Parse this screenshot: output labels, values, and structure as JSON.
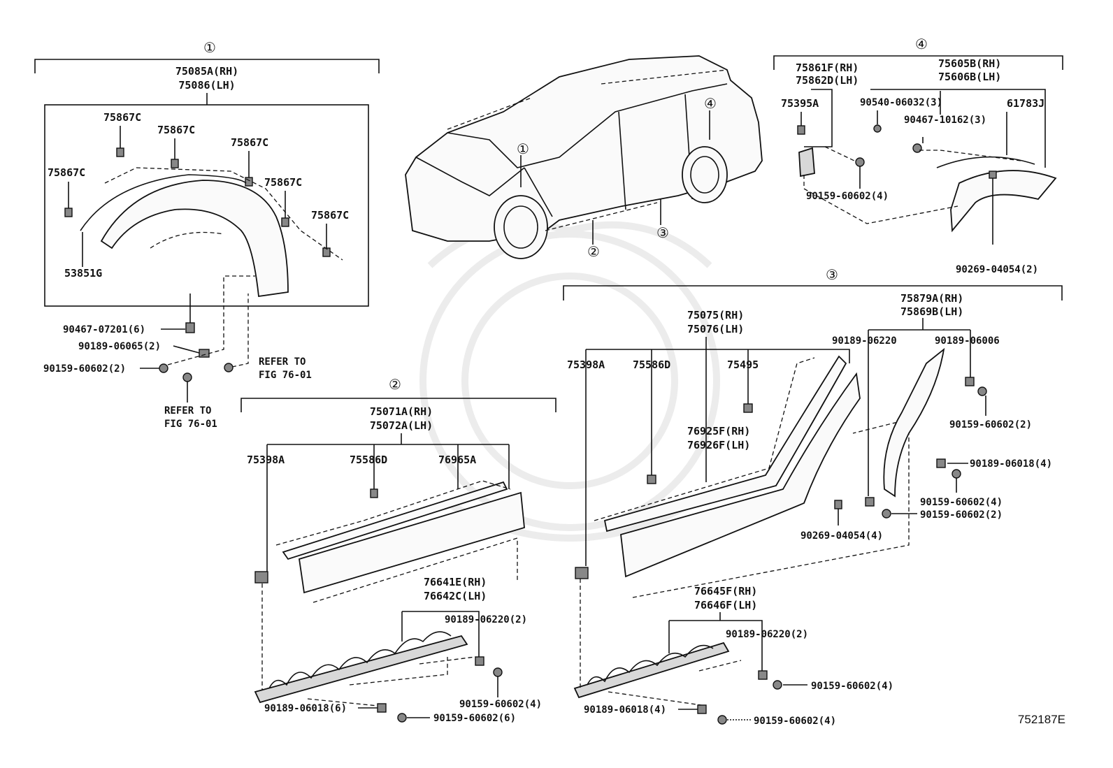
{
  "groups": [
    {
      "id": "1",
      "symbol": "①"
    },
    {
      "id": "2",
      "symbol": "②"
    },
    {
      "id": "3",
      "symbol": "③"
    },
    {
      "id": "4",
      "symbol": "④"
    }
  ],
  "car_callouts": [
    "①",
    "②",
    "③",
    "④"
  ],
  "group1": {
    "assembly": [
      "75085A(RH)",
      "75086(LH)"
    ],
    "clip": "75867C",
    "liner": "53851G",
    "fasteners": [
      "90467-07201(6)",
      "90189-06065(2)",
      "90159-60602(2)"
    ],
    "refer_a": [
      "REFER TO",
      "FIG 76-01"
    ],
    "refer_b": [
      "REFER TO",
      "FIG 76-01"
    ]
  },
  "group2": {
    "assembly": [
      "75071A(RH)",
      "75072A(LH)"
    ],
    "p1": "75398A",
    "p2": "75586D",
    "p3": "76965A",
    "bracket": [
      "76641E(RH)",
      "76642C(LH)"
    ],
    "fasteners": [
      "90189-06220(2)",
      "90159-60602(4)",
      "90189-06018(6)",
      "90159-60602(6)"
    ]
  },
  "group3": {
    "assembly": [
      "75879A(RH)",
      "75869B(LH)"
    ],
    "sub": [
      "75075(RH)",
      "75076(LH)"
    ],
    "p1": "75398A",
    "p2": "75586D",
    "p3": "75495",
    "moulding": [
      "76925F(RH)",
      "76926F(LH)"
    ],
    "fasteners": [
      "90189-06220",
      "90189-06006",
      "90159-60602(2)",
      "90189-06018(4)",
      "90159-60602(4)",
      "90159-60602(2)",
      "90269-04054(4)"
    ],
    "bracket": [
      "76645F(RH)",
      "76646F(LH)"
    ],
    "bracket_fasteners": [
      "90189-06220(2)",
      "90159-60602(4)",
      "90189-06018(4)",
      "90159-60602(4)"
    ]
  },
  "group4": {
    "lh_part": [
      "75861F(RH)",
      "75862D(LH)"
    ],
    "p1": "75395A",
    "assembly": [
      "75605B(RH)",
      "75606B(LH)"
    ],
    "fasteners": [
      "90540-06032(3)",
      "90467-10162(3)",
      "90159-60602(4)",
      "90269-04054(2)"
    ],
    "seal": "61783J"
  },
  "ref_code": "752187E"
}
